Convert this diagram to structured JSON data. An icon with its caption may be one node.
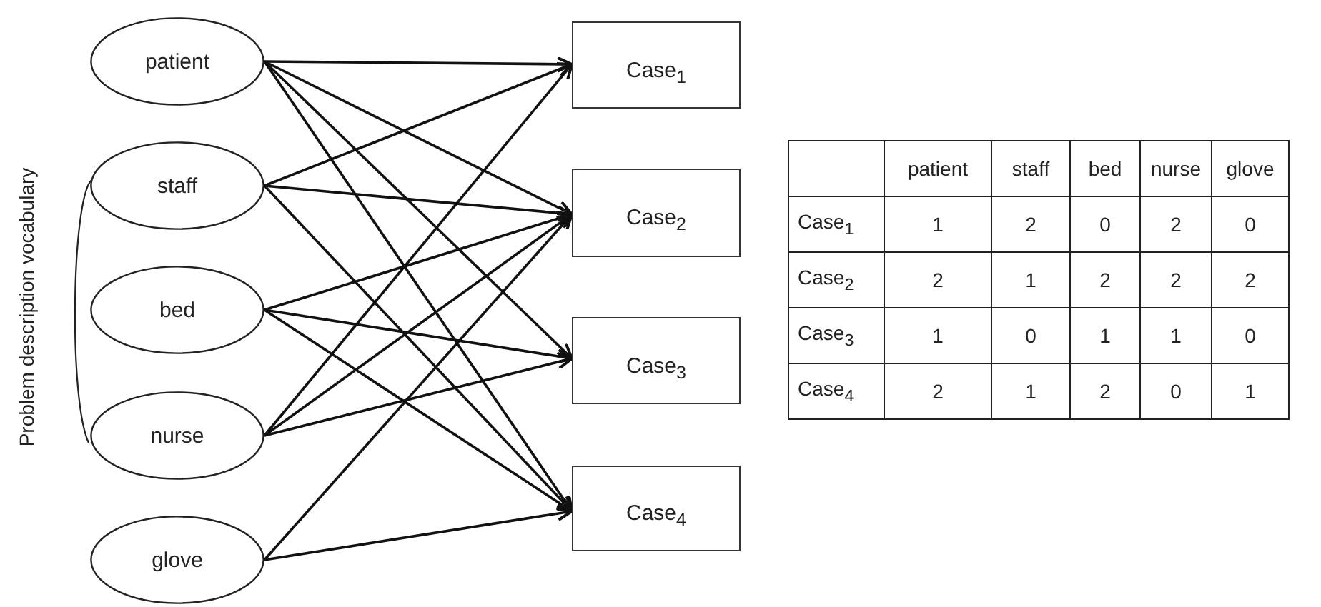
{
  "diagram": {
    "nodes": [
      {
        "text": [
          "patient"
        ]
      },
      {
        "text": [
          "staff"
        ]
      },
      {
        "text": [
          "bed"
        ]
      },
      {
        "text": [
          "nurse"
        ]
      },
      {
        "text": [
          "glove"
        ]
      },
      {
        "text": [
          "Case$_{1}$"
        ]
      },
      {
        "text": [
          "Case$_{2}$"
        ]
      },
      {
        "text": [
          "Case$_{3}$"
        ]
      },
      {
        "text": [
          "Case$_{4}$"
        ]
      }
    ],
    "edges": [
      {
        "from": 0,
        "to": 5,
        "arrow": "to"
      },
      {
        "from": 0,
        "to": 6,
        "arrow": "to"
      },
      {
        "from": 0,
        "to": 7,
        "arrow": "to"
      },
      {
        "from": 0,
        "to": 8,
        "arrow": "to"
      },
      {
        "from": 1,
        "to": 5,
        "arrow": "to"
      },
      {
        "from": 1,
        "to": 6,
        "arrow": "to"
      },
      {
        "from": 1,
        "to": 8,
        "arrow": "to"
      },
      {
        "from": 2,
        "to": 6,
        "arrow": "to"
      },
      {
        "from": 2,
        "to": 7,
        "arrow": "to"
      },
      {
        "from": 2,
        "to": 8,
        "arrow": "to"
      },
      {
        "from": 3,
        "to": 5,
        "arrow": "to"
      },
      {
        "from": 3,
        "to": 6,
        "arrow": "to"
      },
      {
        "from": 3,
        "to": 7,
        "arrow": "to"
      },
      {
        "from": 4,
        "to": 6,
        "arrow": "to"
      },
      {
        "from": 4,
        "to": 8,
        "arrow": "to"
      }
    ],
    "labels": [
      "Problem description vocabulary",
      "patient",
      "staff",
      "bed",
      "nurse",
      "glove",
      "Case$_{1}$",
      "1",
      "2",
      "0",
      "2",
      "0",
      "Case$_{2}$",
      "2",
      "1",
      "2",
      "2",
      "2",
      "Case$_{3}$",
      "1",
      "0",
      "1",
      "1",
      "0",
      "Case$_{4}$",
      "2",
      "1",
      "2",
      "0",
      "1"
    ]
  }
}
